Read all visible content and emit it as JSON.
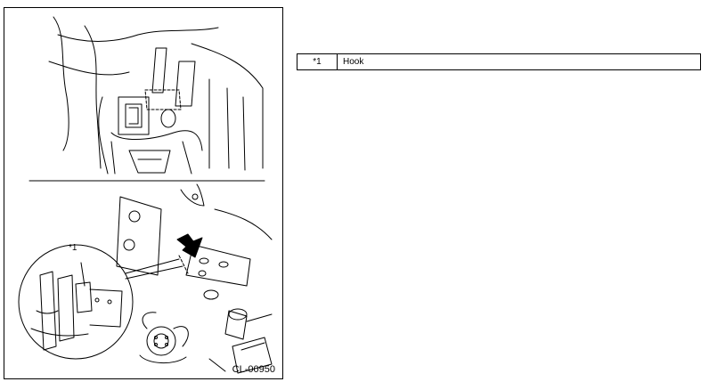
{
  "figure": {
    "code": "CL-00950",
    "callout": "*1"
  },
  "legend": [
    {
      "key": "*1",
      "label": "Hook"
    }
  ]
}
